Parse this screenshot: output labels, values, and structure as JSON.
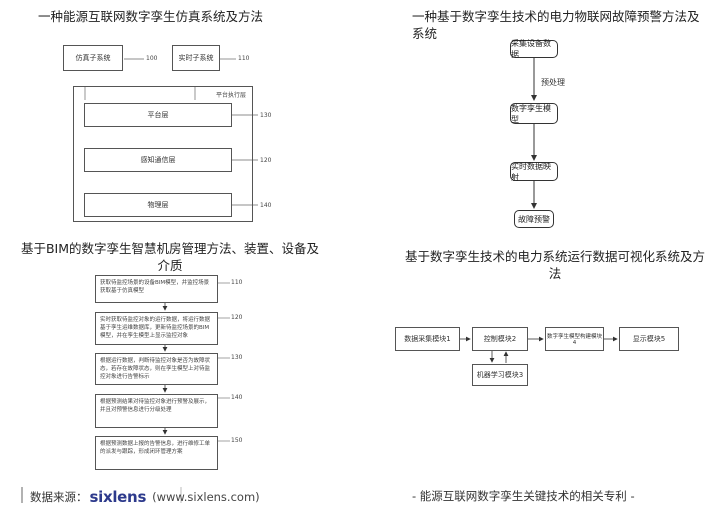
{
  "panels": {
    "p1": {
      "title": "一种能源互联网数字孪生仿真系统及方法",
      "box_a": "仿真子系统",
      "ref_a": "100",
      "box_b": "实时子系统",
      "ref_b": "110",
      "container_label": "平台执行层",
      "layer1": "平台层",
      "ref1": "130",
      "layer2": "感知通信层",
      "ref2": "120",
      "layer3": "物理层",
      "ref3": "140"
    },
    "p2": {
      "title": "一种基于数字孪生技术的电力物联网故障预警方法及系统",
      "step1": "采集设备数据",
      "edge_label": "预处理",
      "step2": "数字孪生模型",
      "step3": "实时数据映射",
      "step4": "故障预警"
    },
    "p3": {
      "title": "基于BIM的数字孪生智慧机房管理方法、装置、设备及介质",
      "steps": [
        {
          "text": "获取待监控场景的设备BIM模型，并监控场景获取基于仿真模型",
          "ref": "110"
        },
        {
          "text": "实时获取待监控对象的运行数据，将运行数据基于孪生运维数据库，更新待监控场景的BIM模型，并在孪生模型上显示监控对象",
          "ref": "120"
        },
        {
          "text": "根据运行数据，判断待监控对象是否为故障状态，若存在故障状态，则在孪生模型上对待监控对象进行告警标示",
          "ref": "130"
        },
        {
          "text": "根据预测结果对待监控对象进行预警及展示，并且对预警信息进行分级处理",
          "ref": "140"
        },
        {
          "text": "根据预测数据上报的告警信息，进行维修工单的派发与跟踪，形成闭环管理方案",
          "ref": "150"
        }
      ]
    },
    "p4": {
      "title": "基于数字孪生技术的电力系统运行数据可视化系统及方法",
      "box1": "数据采集模块1",
      "box2": "控制模块2",
      "box3": "数字孪生模型构建模块4",
      "box4": "显示模块5",
      "box5": "机器学习模块3"
    }
  },
  "footer": {
    "source_label": "数据来源：",
    "brand": "sixlens",
    "url": "(www.sixlens.com)",
    "caption": "- 能源互联网数字孪生关键技术的相关专利 -"
  }
}
